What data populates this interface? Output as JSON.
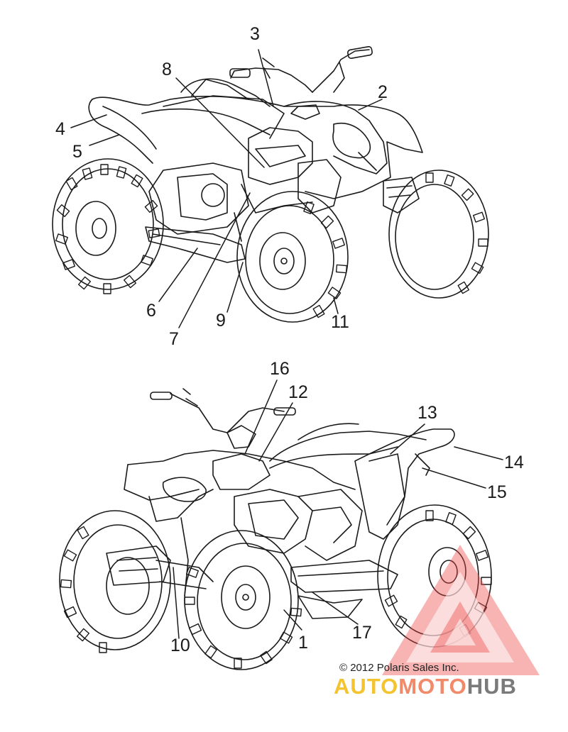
{
  "callouts": [
    {
      "id": "1",
      "text": "1"
    },
    {
      "id": "2",
      "text": "2"
    },
    {
      "id": "3",
      "text": "3"
    },
    {
      "id": "4",
      "text": "4"
    },
    {
      "id": "5",
      "text": "5"
    },
    {
      "id": "6",
      "text": "6"
    },
    {
      "id": "7",
      "text": "7"
    },
    {
      "id": "8",
      "text": "8"
    },
    {
      "id": "9",
      "text": "9"
    },
    {
      "id": "10",
      "text": "10"
    },
    {
      "id": "11",
      "text": "11"
    },
    {
      "id": "12",
      "text": "12"
    },
    {
      "id": "13",
      "text": "13"
    },
    {
      "id": "14",
      "text": "14"
    },
    {
      "id": "15",
      "text": "15"
    },
    {
      "id": "16",
      "text": "16"
    },
    {
      "id": "17",
      "text": "17"
    }
  ],
  "copyright": "© 2012 Polaris Sales Inc.",
  "watermark": {
    "part1": "AUTO",
    "part2": "MOTO",
    "part3": "HUB"
  },
  "colors": {
    "line": "#1a1a1a",
    "watermark_red": "#ef4a4a",
    "watermark_yellow": "#f4c430",
    "watermark_salmon": "#f08a6a",
    "watermark_gray": "#7a7a7a"
  }
}
